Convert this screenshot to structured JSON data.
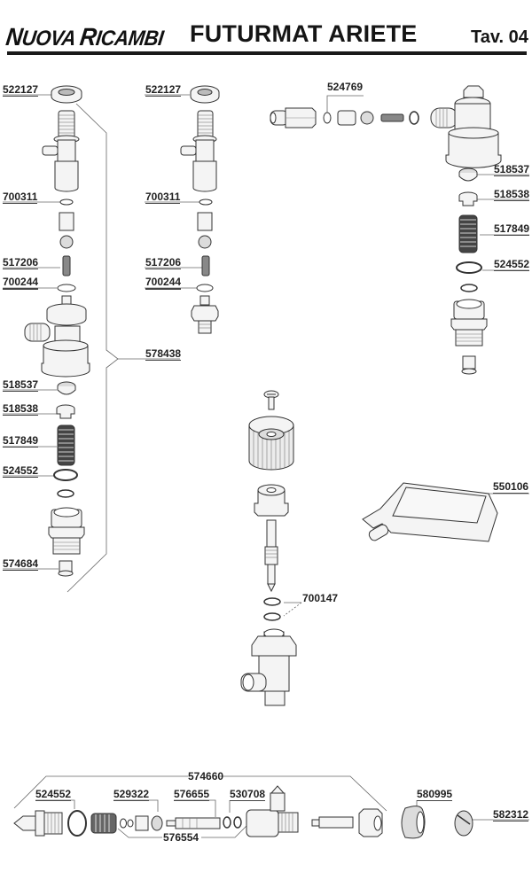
{
  "header": {
    "brand_first_initial": "N",
    "brand_first_rest": "UOVA",
    "brand_second_initial": "R",
    "brand_second_rest": "ICAMBI",
    "title": "FUTURMAT ARIETE",
    "table_ref": "Tav. 04"
  },
  "labels": {
    "left_column": {
      "nut_top": "522127",
      "washer_small": "700311",
      "spring_small": "517206",
      "washer_bold": "700244",
      "assembly": "578438",
      "cap": "518537",
      "seat": "518538",
      "spring_large": "517849",
      "gasket": "524552",
      "jet": "574684"
    },
    "middle_column": {
      "nut_top": "522127",
      "washer_small": "700311",
      "spring_small": "517206",
      "washer_bold": "700244"
    },
    "top_right": {
      "washer": "524769",
      "cap": "518537",
      "seat": "518538",
      "spring_large": "517849",
      "gasket": "524552"
    },
    "center": {
      "o_rings": "700147"
    },
    "tray": "550106",
    "bottom": {
      "assembly": "574660",
      "gasket": "524552",
      "valve_cap": "529322",
      "stem": "576655",
      "o_ring": "530708",
      "kit": "576554",
      "cone": "580995",
      "knob": "582312"
    }
  },
  "colors": {
    "ink": "#1a1a1a",
    "line": "#555555",
    "fill_light": "#f4f4f4",
    "fill_grey": "#dcdcdc"
  }
}
